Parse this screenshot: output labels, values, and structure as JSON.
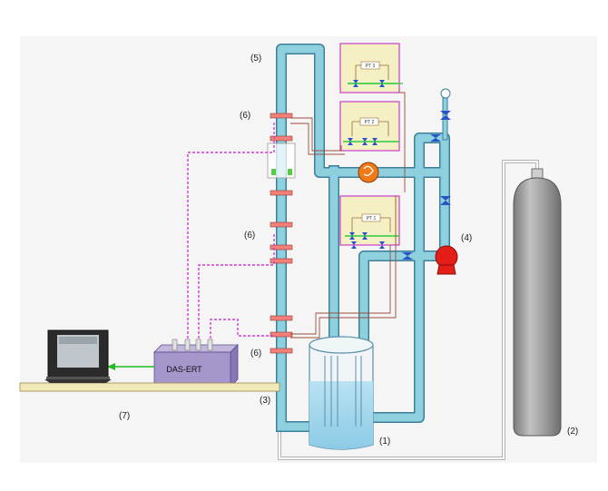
{
  "diagram": {
    "labels": {
      "tank": "(1)",
      "gas_cylinder": "(2)",
      "label_3": "(3)",
      "pump": "(4)",
      "riser": "(5)",
      "ert_upper": "(6)",
      "ert_middle": "(6)",
      "ert_lower": "(6)",
      "computer": "(7)"
    },
    "das_ert": "DAS-ERT",
    "pressure_transducers": [
      "PT 3",
      "PT 2",
      "PT 1"
    ],
    "colors": {
      "pipe": "#8fd0de",
      "pipe_outline": "#3b7f9a",
      "water": "#a9d7ec",
      "flange": "#f08078",
      "pt_panel": "#f4f0c4",
      "pt_border": "#c83cc8",
      "valve": "#2a52c8",
      "pump": "#e41d16",
      "flowmeter": "#f07a18",
      "signal_line": "#d43bd4",
      "das_box": "#a596cc",
      "cylinder": "#999999",
      "data_link": "#22bb22",
      "gas_line": "#aaaaaa"
    }
  }
}
